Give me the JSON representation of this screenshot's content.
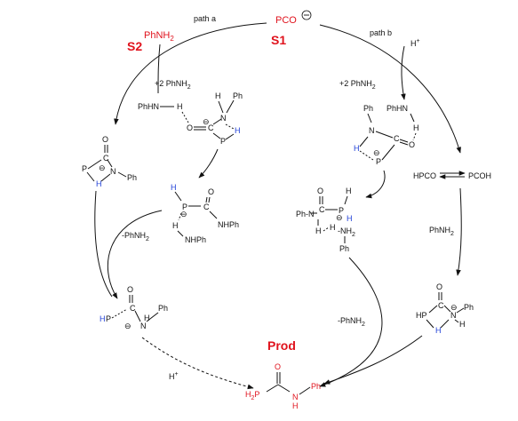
{
  "top": {
    "path_a": "path a",
    "path_b": "path b",
    "s1_reagent": "PCO",
    "s1_label": "S1",
    "s2_reagent": "PhNH",
    "s2_subscript": "2",
    "s2_label": "S2"
  },
  "reagents": {
    "plus_phnh2_a": "+2 PhNH",
    "plus_phnh2_b": "+2 PhNH",
    "sub2": "2",
    "h_plus": "H",
    "minus_phnh2_left": "-PhNH",
    "minus_phnh2_right": "-PhNH",
    "phnh2_right": "PhNH",
    "h_plus_bottom": "H"
  },
  "equilibrium": {
    "left": "HPCO",
    "right": "PCOH"
  },
  "product": {
    "label": "Prod",
    "h2p": "H",
    "h2p_sub": "2",
    "p": "P",
    "o": "O",
    "n": "N",
    "h": "H",
    "ph": "Ph"
  },
  "atoms": {
    "ph": "Ph",
    "phhn": "PhHN",
    "phn": "Ph-N",
    "nhph": "NHPh",
    "h": "H",
    "o": "O",
    "c": "C",
    "n": "N",
    "p": "P",
    "hp": "HP",
    "minus": "⊖"
  },
  "colors": {
    "red": "#e0131d",
    "blue": "#1f3fd6",
    "ink": "#111111"
  }
}
